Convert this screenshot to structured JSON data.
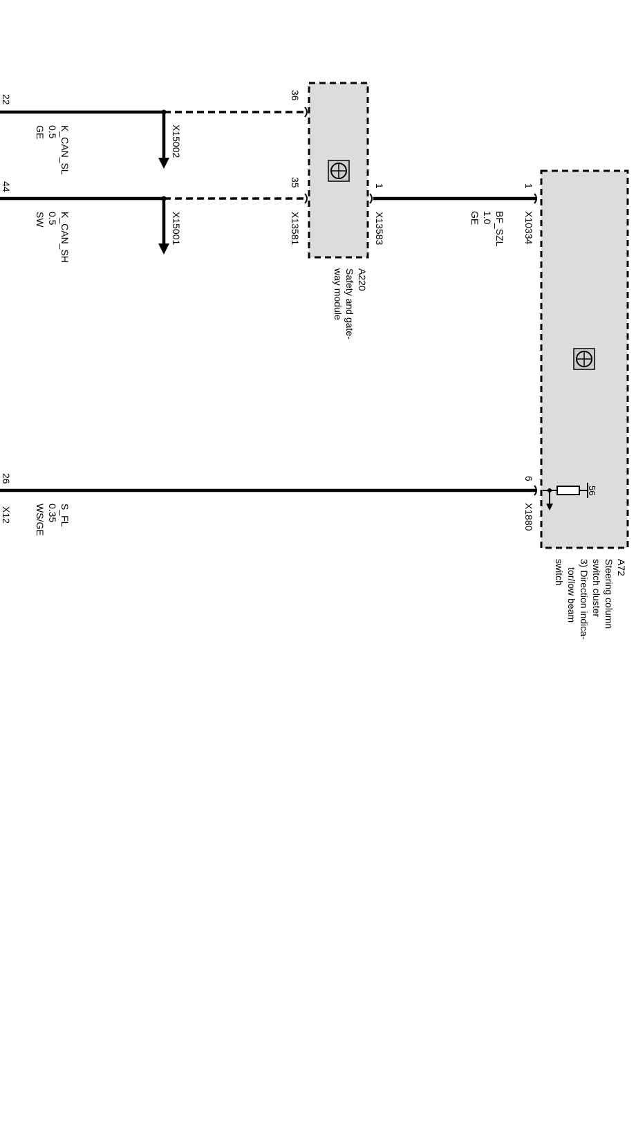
{
  "modules": {
    "a220": {
      "ref": "A220",
      "desc": [
        "Safety and gate-",
        "way module"
      ],
      "connector_left": "X13581",
      "connector_right": "X13583",
      "pin_36": "36",
      "pin_35": "35",
      "pin_1": "1"
    },
    "a72": {
      "ref": "A72",
      "desc": [
        "Steering column",
        "switch cluster",
        "3) Direction indica-",
        "tor/low beam",
        "switch"
      ],
      "connector_top": "X10334",
      "connector_bottom": "X1880",
      "pin_1": "1",
      "pin_6": "6",
      "ground_label": "56"
    }
  },
  "wires": {
    "k_can_sl": {
      "name": "K_CAN_SL",
      "size": "0.5",
      "color": "GE",
      "connector": "X15002",
      "end_pin": "22"
    },
    "k_can_sh": {
      "name": "K_CAN_SH",
      "size": "0.5",
      "color": "SW",
      "connector": "X15001",
      "end_pin": "44"
    },
    "bf_szl": {
      "name": "BF_SZL",
      "size": "1.0",
      "color": "GE"
    },
    "s_fl": {
      "name": "S_FL",
      "size": "0.35",
      "color": "WS/GE",
      "end_pin": "26",
      "end_connector": "X12"
    }
  }
}
